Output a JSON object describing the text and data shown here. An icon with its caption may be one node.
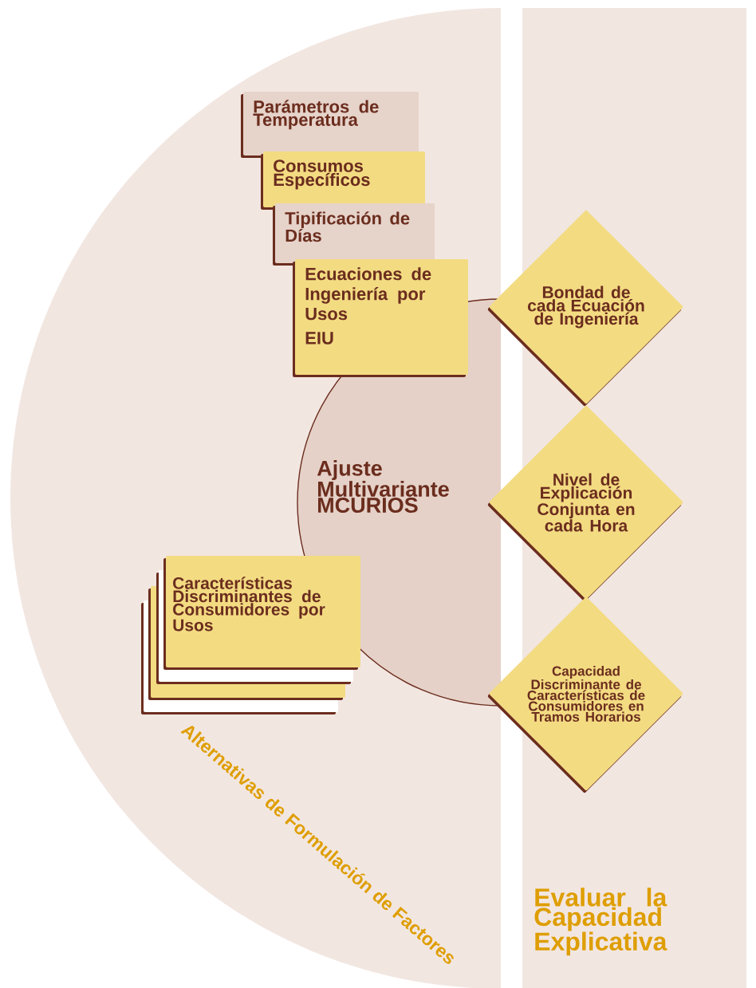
{
  "diagram": {
    "nodes": [
      {
        "text": [
          "Alternativas de Formulación de Factores"
        ]
      },
      {
        "text": [
          "Evaluar la Capacidad Explicativa"
        ]
      },
      {
        "text": [
          "Parámetros de Temperatura"
        ],
        "in": 0
      },
      {
        "text": [
          "Consumos Específicos"
        ],
        "in": 0
      },
      {
        "text": [
          "Tipificación de Días"
        ],
        "in": 0
      },
      {
        "text": [
          "Ecuaciones de Ingeniería por Usos",
          "EIU"
        ],
        "in": 0
      },
      {
        "text": [
          "Características Discriminantes de Consumidores por Usos"
        ],
        "in": 0
      },
      {
        "text": [
          "Ajuste Multivariante MCURIOS"
        ],
        "in": 0
      },
      {
        "text": [
          "Bondad de cada Ecuación de Ingeniería"
        ]
      },
      {
        "text": [
          "Nivel de Explicación Conjunta en cada Hora"
        ]
      },
      {
        "text": [
          "Capacidad Discriminante de Características de Consumidores en Tramos Horarios"
        ]
      }
    ]
  }
}
